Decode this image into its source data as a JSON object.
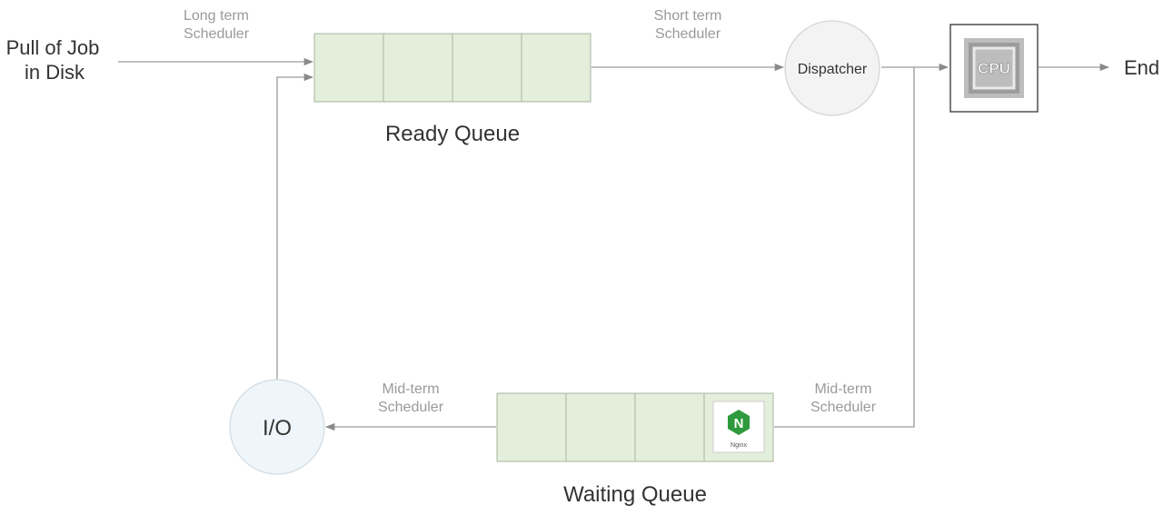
{
  "source": {
    "label_line1": "Pull of Job",
    "label_line2": "in Disk"
  },
  "long_term": {
    "line1": "Long term",
    "line2": "Scheduler"
  },
  "short_term": {
    "line1": "Short term",
    "line2": "Scheduler"
  },
  "ready_queue": {
    "title": "Ready Queue",
    "slots": 4
  },
  "dispatcher": {
    "label": "Dispatcher"
  },
  "cpu": {
    "label": "CPU",
    "icon": "cpu-chip-icon"
  },
  "end": {
    "label": "End"
  },
  "mid_term_right": {
    "line1": "Mid-term",
    "line2": "Scheduler"
  },
  "waiting_queue": {
    "title": "Waiting Queue",
    "slots": 4,
    "item": {
      "logo_letter": "N",
      "label": "Nginx",
      "icon": "nginx-logo-icon"
    }
  },
  "mid_term_left": {
    "line1": "Mid-term",
    "line2": "Scheduler"
  },
  "io": {
    "label": "I/O"
  },
  "colors": {
    "queue_fill": "#e3eedb",
    "queue_stroke": "#a9b4a2",
    "dispatcher_fill": "#f3f3f3",
    "io_fill": "#eef6fb",
    "arrow": "#8a8a8a",
    "nginx_green": "#2f9a3d"
  }
}
